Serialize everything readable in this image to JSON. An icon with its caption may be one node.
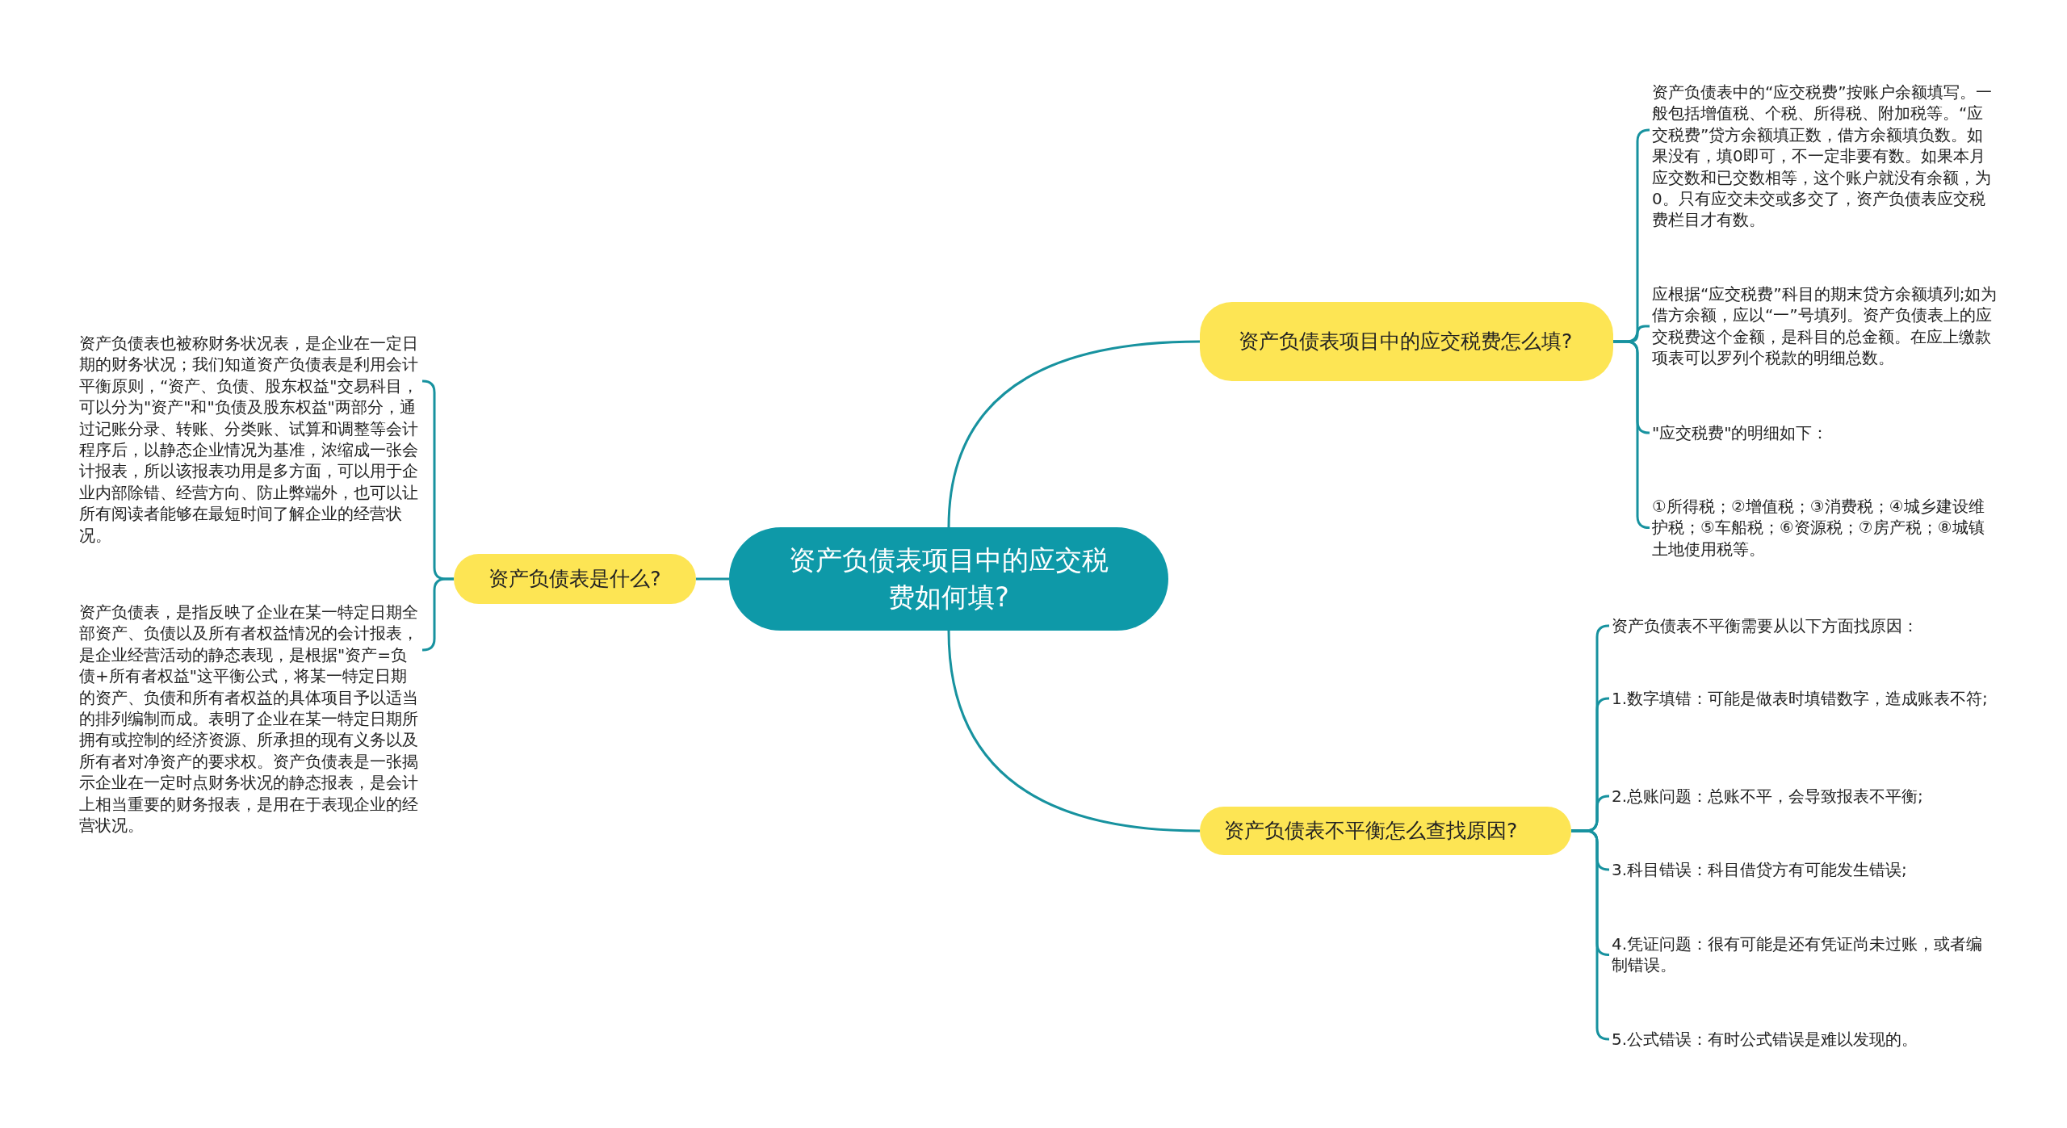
{
  "diagram": {
    "nodes": [
      {
        "text": [
          "资产负债表项目中的应交税费如何填?"
        ]
      },
      {
        "text": [
          "资产负债表是什么?"
        ]
      },
      {
        "text": [
          "资产负债表也被称财务状况表，是企业在一定日期的财务状况；我们知道资产负债表是利用会计平衡原则，“资产、负债、股东权益\"交易科目，可以分为\"资产\"和\"负债及股东权益\"两部分，通过记账分录、转账、分类账、试算和调整等会计程序后，以静态企业情况为基准，浓缩成一张会计报表，所以该报表功用是多方面，可以用于企业内部除错、经营方向、防止弊端外，也可以让所有阅读者能够在最短时间了解企业的经营状况。"
        ]
      },
      {
        "text": [
          "资产负债表，是指反映了企业在某一特定日期全部资产、负债以及所有者权益情况的会计报表，是企业经营活动的静态表现，是根据\"资产=负债+所有者权益\"这平衡公式，将某一特定日期的资产、负债和所有者权益的具体项目予以适当的排列编制而成。表明了企业在某一特定日期所拥有或控制的经济资源、所承担的现有义务以及所有者对净资产的要求权。资产负债表是一张揭示企业在一定时点财务状况的静态报表，是会计上相当重要的财务报表，是用在于表现企业的经营状况。"
        ]
      },
      {
        "text": [
          "资产负债表项目中的应交税费怎么填?"
        ]
      },
      {
        "text": [
          "资产负债表中的“应交税费”按账户余额填写。一般包括增值税、个税、所得税、附加税等。“应交税费”贷方余额填正数，借方余额填负数。如果没有，填0即可，不一定非要有数。如果本月应交数和已交数相等，这个账户就没有余额，为0。只有应交未交或多交了，资产负债表应交税费栏目才有数。"
        ]
      },
      {
        "text": [
          "应根据“应交税费”科目的期末贷方余额填列;如为借方余额，应以“一”号填列。资产负债表上的应交税费这个金额，是科目的总金额。在应上缴款项表可以罗列个税款的明细总数。"
        ]
      },
      {
        "text": [
          "\"应交税费\"的明细如下："
        ]
      },
      {
        "text": [
          "①所得税；②增值税；③消费税；④城乡建设维护税；⑤车船税；⑥资源税；⑦房产税；⑧城镇土地使用税等。"
        ]
      },
      {
        "text": [
          "资产负债表不平衡怎么查找原因?"
        ]
      },
      {
        "text": [
          "资产负债表不平衡需要从以下方面找原因："
        ]
      },
      {
        "text": [
          "1.数字填错：可能是做表时填错数字，造成账表不符;"
        ]
      },
      {
        "text": [
          "2.总账问题：总账不平，会导致报表不平衡;"
        ]
      },
      {
        "text": [
          "3.科目错误：科目借贷方有可能发生错误;"
        ]
      },
      {
        "text": [
          "4.凭证问题：很有可能是还有凭证尚未过账，或者编制错误。"
        ]
      },
      {
        "text": [
          "5.公式错误：有时公式错误是难以发现的。"
        ]
      }
    ],
    "edges": [
      {
        "from": 0,
        "to": 1,
        "arrow": "none"
      },
      {
        "from": 1,
        "to": 2,
        "arrow": "none"
      },
      {
        "from": 1,
        "to": 3,
        "arrow": "none"
      },
      {
        "from": 0,
        "to": 4,
        "arrow": "none"
      },
      {
        "from": 4,
        "to": 5,
        "arrow": "none"
      },
      {
        "from": 4,
        "to": 6,
        "arrow": "none"
      },
      {
        "from": 4,
        "to": 7,
        "arrow": "none"
      },
      {
        "from": 4,
        "to": 8,
        "arrow": "none"
      },
      {
        "from": 0,
        "to": 9,
        "arrow": "none"
      },
      {
        "from": 9,
        "to": 10,
        "arrow": "none"
      },
      {
        "from": 9,
        "to": 11,
        "arrow": "none"
      },
      {
        "from": 9,
        "to": 12,
        "arrow": "none"
      },
      {
        "from": 9,
        "to": 13,
        "arrow": "none"
      },
      {
        "from": 9,
        "to": 14,
        "arrow": "none"
      },
      {
        "from": 9,
        "to": 15,
        "arrow": "none"
      }
    ]
  }
}
